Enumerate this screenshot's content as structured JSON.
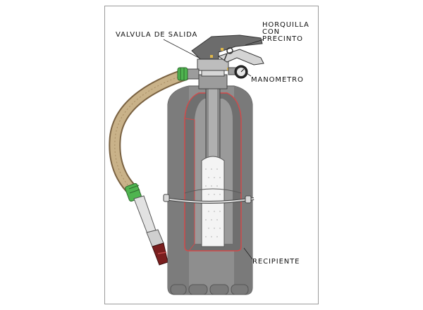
{
  "labels": {
    "valve": "VALVULA DE SALIDA",
    "pin_line1": "HORQUILLA",
    "pin_line2": "CON",
    "pin_line3": "PRECINTO",
    "gauge": "MANOMETRO",
    "container": "RECIPIENTE"
  },
  "colors": {
    "cylinder": "#8e8e8e",
    "cylinder_shadow": "#6f6f6f",
    "hose": "#c9b289",
    "hose_outline": "#7a6242",
    "coupling": "#4fb44f",
    "cut_edge": "#d24a4a"
  }
}
